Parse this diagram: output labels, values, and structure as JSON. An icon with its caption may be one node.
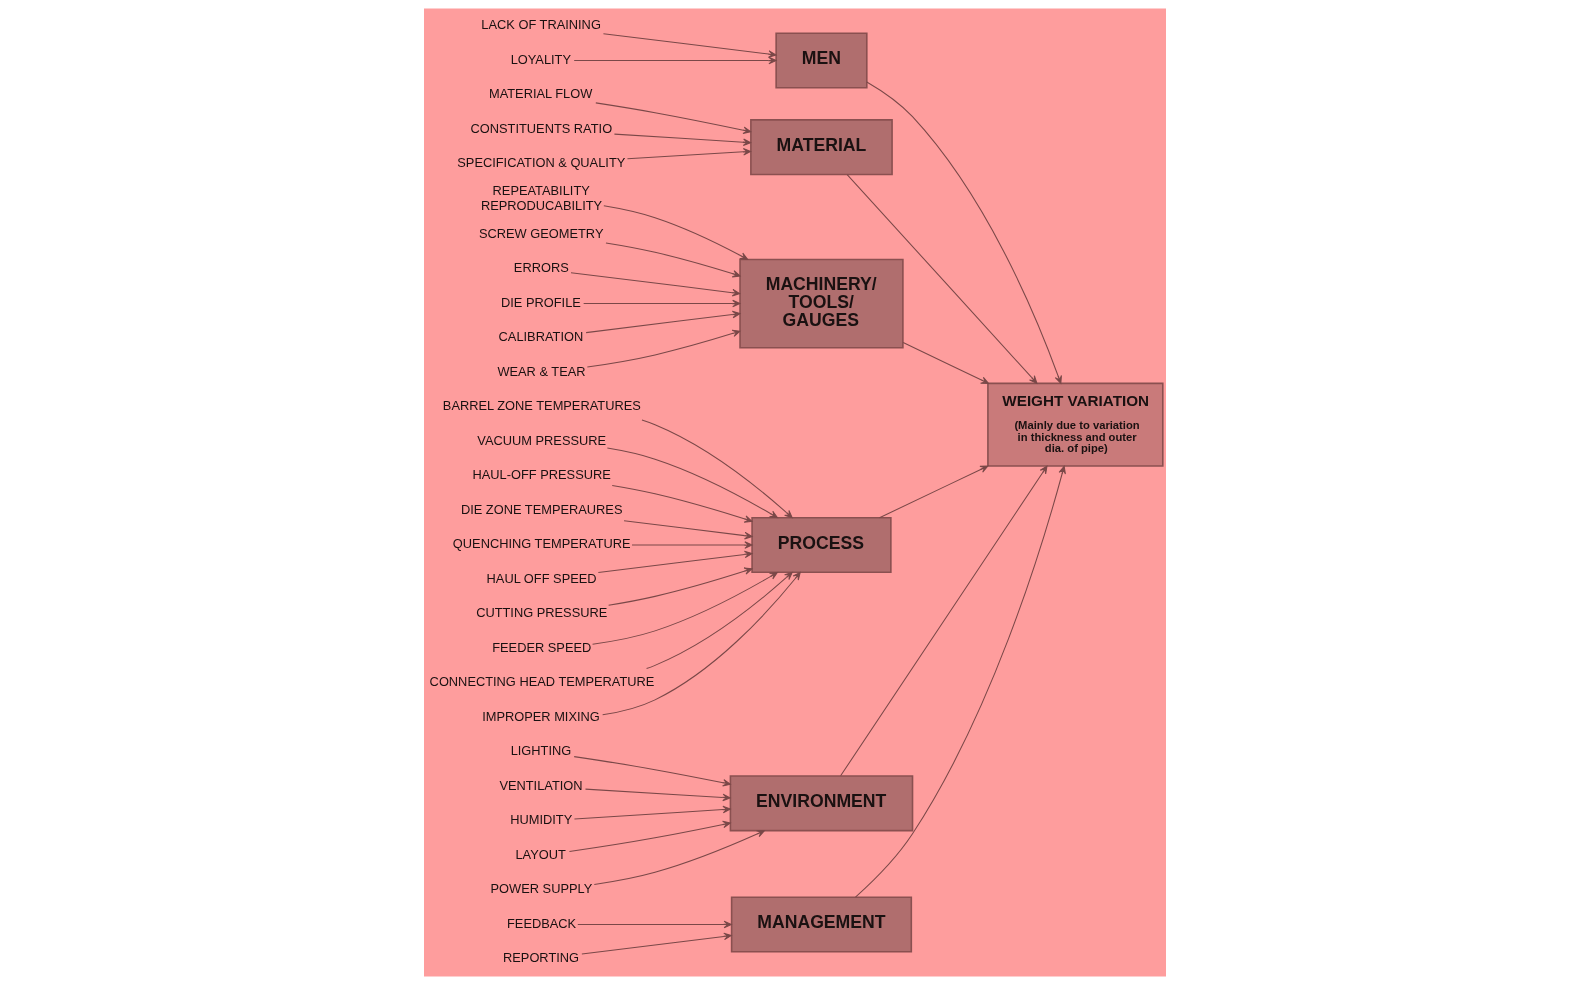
{
  "diagram": {
    "nodes": [
      {
        "text": [
          "MEN"
        ]
      },
      {
        "text": [
          "MATERIAL"
        ]
      },
      {
        "text": [
          "MACHINERY/ TOOLS/ GAUGES"
        ]
      },
      {
        "text": [
          "REPEATABILITY",
          "REPRODUCABILITY"
        ]
      },
      {
        "text": [
          "MATERIAL FLOW"
        ]
      },
      {
        "text": [
          "SCREW GEOMETRY"
        ]
      },
      {
        "text": [
          "LACK OF TRAINING"
        ]
      },
      {
        "text": [
          "ERRORS"
        ]
      },
      {
        "text": [
          "CONSTITUENTS RATIO"
        ]
      },
      {
        "text": [
          "DIE PROFILE"
        ]
      },
      {
        "text": [
          "CALIBRATION"
        ]
      },
      {
        "text": [
          "LOYALITY"
        ]
      },
      {
        "text": [
          "SPECIFICATION & QUALITY"
        ]
      },
      {
        "text": [
          "WEAR & TEAR"
        ]
      },
      {
        "text": [
          "WEIGHT VARIATION",
          "(Mainly due to variation in thickness and outer dia. of pipe)"
        ]
      },
      {
        "text": [
          "BARREL ZONE TEMPERATURES"
        ]
      },
      {
        "text": [
          "LIGHTING"
        ]
      },
      {
        "text": [
          "VENTILATION"
        ]
      },
      {
        "text": [
          "VACUUM PRESSURE"
        ]
      },
      {
        "text": [
          "FEEDBACK"
        ]
      },
      {
        "text": [
          "HAUL-OFF PRESSURE"
        ]
      },
      {
        "text": [
          "HUMIDITY"
        ]
      },
      {
        "text": [
          "DIE ZONE TEMPERAURES"
        ]
      },
      {
        "text": [
          "QUENCHING TEMPERATURE"
        ]
      },
      {
        "text": [
          "REPORTING"
        ]
      },
      {
        "text": [
          "HAUL OFF SPEED"
        ]
      },
      {
        "text": [
          "CUTTING PRESSURE"
        ]
      },
      {
        "text": [
          "LAYOUT"
        ]
      },
      {
        "text": [
          "FEEDER SPEED"
        ]
      },
      {
        "text": [
          "POWER SUPPLY"
        ]
      },
      {
        "text": [
          "CONNECTING HEAD TEMPERATURE"
        ]
      },
      {
        "text": [
          "IMPROPER MIXING"
        ]
      },
      {
        "text": [
          "PROCESS"
        ]
      },
      {
        "text": [
          "ENVIRONMENT"
        ]
      },
      {
        "text": [
          "MANAGEMENT"
        ]
      }
    ],
    "edges": [
      {
        "from": 6,
        "to": 0,
        "arrow": "to"
      },
      {
        "from": 11,
        "to": 0,
        "arrow": "to"
      },
      {
        "from": 4,
        "to": 1,
        "arrow": "to"
      },
      {
        "from": 8,
        "to": 1,
        "arrow": "to"
      },
      {
        "from": 12,
        "to": 1,
        "arrow": "to"
      },
      {
        "from": 3,
        "to": 2,
        "arrow": "to"
      },
      {
        "from": 5,
        "to": 2,
        "arrow": "to"
      },
      {
        "from": 7,
        "to": 2,
        "arrow": "to"
      },
      {
        "from": 9,
        "to": 2,
        "arrow": "to"
      },
      {
        "from": 10,
        "to": 2,
        "arrow": "to"
      },
      {
        "from": 13,
        "to": 2,
        "arrow": "to"
      },
      {
        "from": 15,
        "to": 32,
        "arrow": "to"
      },
      {
        "from": 18,
        "to": 32,
        "arrow": "to"
      },
      {
        "from": 20,
        "to": 32,
        "arrow": "to"
      },
      {
        "from": 22,
        "to": 32,
        "arrow": "to"
      },
      {
        "from": 23,
        "to": 32,
        "arrow": "to"
      },
      {
        "from": 25,
        "to": 32,
        "arrow": "to"
      },
      {
        "from": 26,
        "to": 32,
        "arrow": "to"
      },
      {
        "from": 28,
        "to": 32,
        "arrow": "to"
      },
      {
        "from": 30,
        "to": 32,
        "arrow": "to"
      },
      {
        "from": 31,
        "to": 32,
        "arrow": "to"
      },
      {
        "from": 16,
        "to": 33,
        "arrow": "to"
      },
      {
        "from": 17,
        "to": 33,
        "arrow": "to"
      },
      {
        "from": 21,
        "to": 33,
        "arrow": "to"
      },
      {
        "from": 27,
        "to": 33,
        "arrow": "to"
      },
      {
        "from": 29,
        "to": 33,
        "arrow": "to"
      },
      {
        "from": 19,
        "to": 34,
        "arrow": "to"
      },
      {
        "from": 24,
        "to": 34,
        "arrow": "to"
      },
      {
        "from": 0,
        "to": 14,
        "arrow": "to"
      },
      {
        "from": 1,
        "to": 14,
        "arrow": "to"
      },
      {
        "from": 2,
        "to": 14,
        "arrow": "to"
      },
      {
        "from": 32,
        "to": 14,
        "arrow": "to"
      },
      {
        "from": 33,
        "to": 14,
        "arrow": "to"
      },
      {
        "from": 34,
        "to": 14,
        "arrow": "to"
      }
    ]
  }
}
